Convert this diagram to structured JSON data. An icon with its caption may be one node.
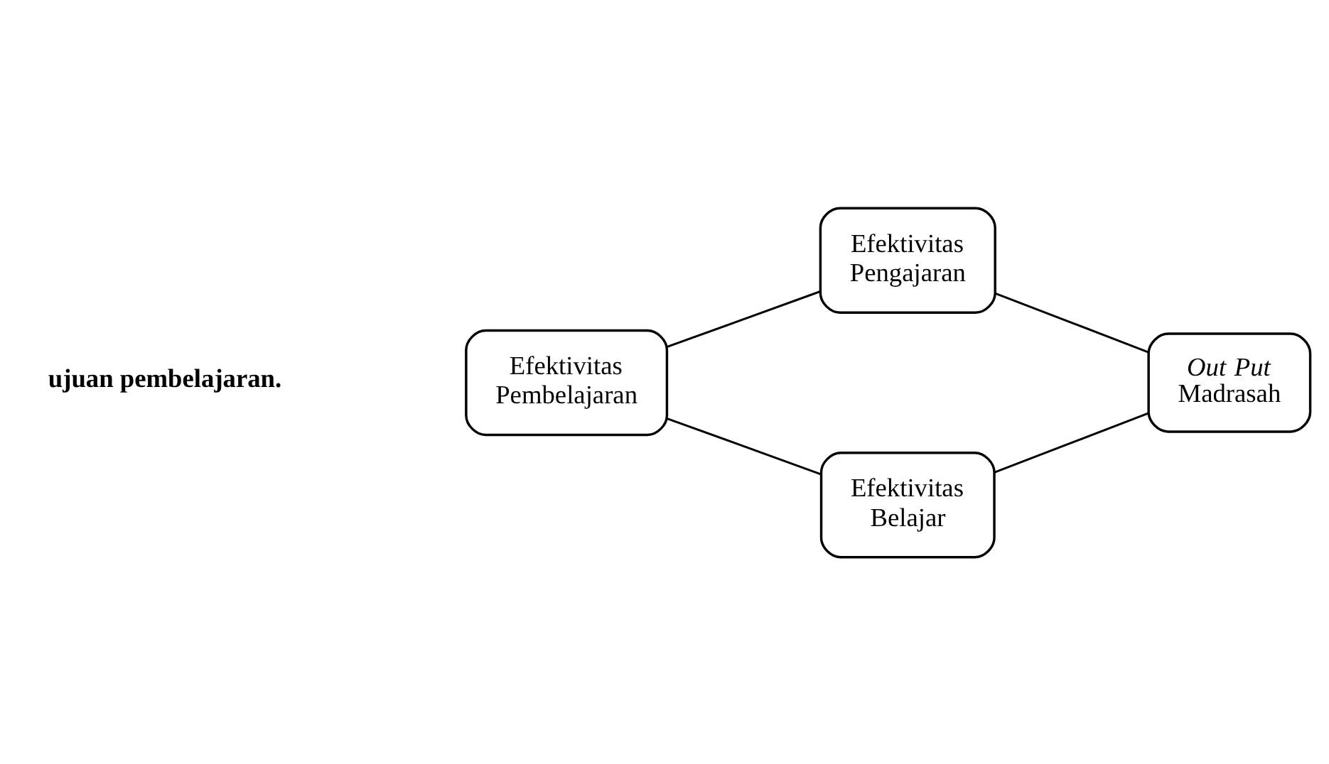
{
  "diagram": {
    "nodes": [
      {
        "text": [
          "Efektivitas Pembelajaran"
        ]
      },
      {
        "text": [
          "Efektivitas Pengajaran"
        ]
      },
      {
        "text": [
          "Efektivitas Belajar"
        ]
      },
      {
        "text": [
          "*Out Put* Madrasah"
        ]
      }
    ],
    "edges": [
      {
        "from": 0,
        "to": 1,
        "arrow": "none"
      },
      {
        "from": 0,
        "to": 2,
        "arrow": "none"
      },
      {
        "from": 1,
        "to": 3,
        "arrow": "none"
      },
      {
        "from": 2,
        "to": 3,
        "arrow": "none"
      }
    ],
    "labels": [
      "ujuan pembelajaran."
    ]
  }
}
